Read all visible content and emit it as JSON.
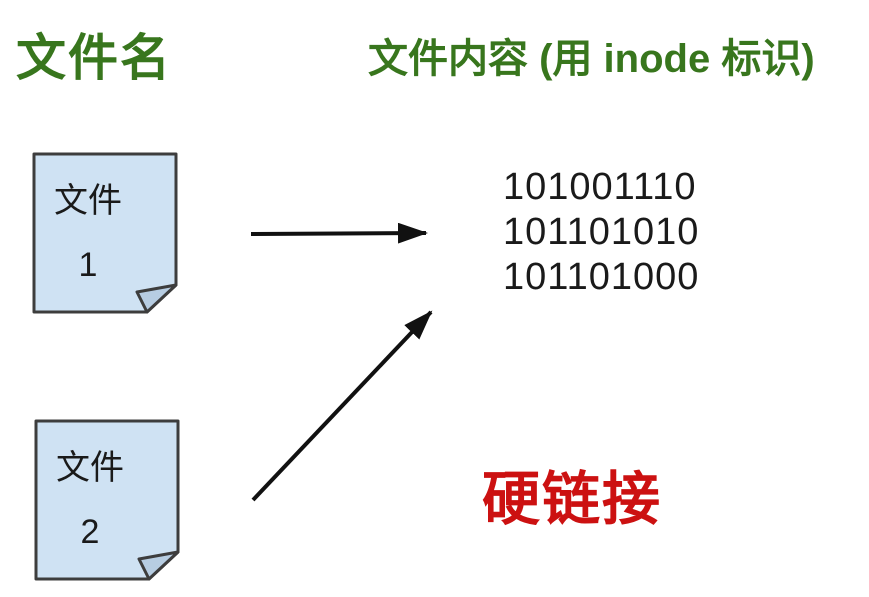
{
  "diagram": {
    "title_left": "文件名",
    "title_right": "文件内容 (用 inode 标识)",
    "files": [
      {
        "label": "文件",
        "number": "1"
      },
      {
        "label": "文件",
        "number": "2"
      }
    ],
    "inode": {
      "lines": [
        "101001110",
        "101101010",
        "101101000"
      ]
    },
    "caption": "硬链接",
    "colors": {
      "title_green": "#38761d",
      "caption_red": "#cc1111",
      "note_fill": "#cfe2f3",
      "note_fold_fill": "#b7cde2",
      "note_border": "#3d3d3d",
      "arrow": "#111111",
      "binary_text": "#1a1a1a"
    }
  }
}
